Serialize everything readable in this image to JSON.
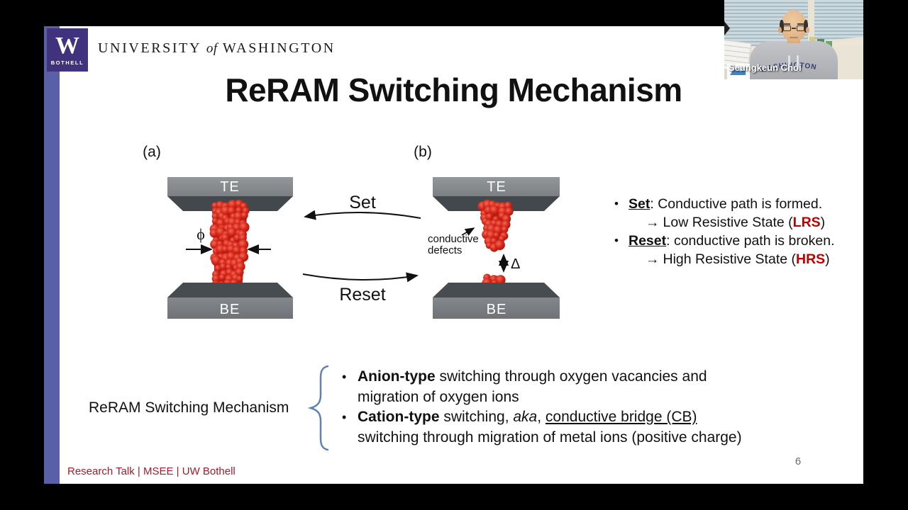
{
  "slide": {
    "title": "ReRAM Switching Mechanism",
    "page_number": "6",
    "footer": "Research Talk | MSEE | UW Bothell"
  },
  "branding": {
    "logo_letter": "W",
    "logo_campus": "BOTHELL",
    "university_prefix": "UNIVERSITY",
    "university_of": "of",
    "university_name": "WASHINGTON"
  },
  "figure": {
    "panel_a": "(a)",
    "panel_b": "(b)",
    "top_electrode": "TE",
    "bottom_electrode": "BE",
    "set_arrow": "Set",
    "reset_arrow": "Reset",
    "phi": "ϕ",
    "delta": "Δ",
    "defects_line1": "conductive",
    "defects_line2": "defects"
  },
  "states": {
    "bullet1": {
      "term": "Set",
      "desc": ": Conductive path is formed.",
      "arrow": "→",
      "result_pre": "Low Resistive State (",
      "acronym": "LRS",
      "result_post": ")"
    },
    "bullet2": {
      "term": "Reset",
      "desc": ": conductive path is broken.",
      "arrow": "→",
      "result_pre": "High Resistive State (",
      "acronym": "HRS",
      "result_post": ")"
    }
  },
  "mechanism": {
    "label": "ReRAM Switching Mechanism",
    "bullet1": {
      "bold": "Anion-type",
      "rest": " switching through oxygen vacancies and migration of oxygen ions"
    },
    "bullet2": {
      "bold": "Cation-type",
      "t1": " switching, ",
      "italic": "aka",
      "t2": ", ",
      "underline": "conductive bridge (CB)",
      "t3": " switching through migration of metal ions (positive charge)"
    }
  },
  "webcam": {
    "participant_name": "Seungkeun Choi",
    "hoodie_text": "WASHINGTON"
  },
  "colors": {
    "uw_purple": "#41327d",
    "stripe_purple": "#5a60a8",
    "accent_red": "#c00000",
    "footer_red": "#a6192e",
    "filament_red": "#d5281c",
    "brace_blue": "#5f82b5",
    "electrode_gray": "#85898d",
    "electrode_dark": "#43484c"
  }
}
